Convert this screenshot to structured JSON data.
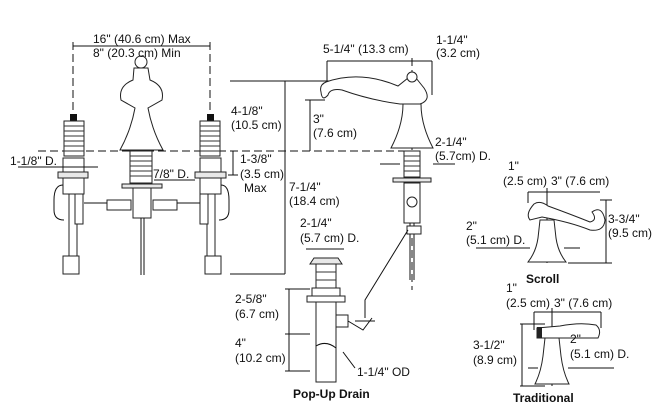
{
  "faucet_front": {
    "spread_max": "16\" (40.6 cm) Max",
    "spread_min": "8\" (20.3 cm) Min",
    "height_in": "4-1/8\"",
    "height_cm": "(10.5 cm)",
    "handle_hole": "1-1/8\" D.",
    "spout_hole": "7/8\" D.",
    "deck_in": "1-3/8\"",
    "deck_cm": "(3.5 cm)",
    "deck_max": "Max"
  },
  "faucet_side": {
    "total_in": "7-1/4\"",
    "total_cm": "(18.4 cm)",
    "reach": "5-1/4\" (13.3 cm)",
    "back_in": "1-1/4\"",
    "back_cm": "(3.2 cm)",
    "spout_in": "3\"",
    "spout_cm": "(7.6 cm)",
    "base_in": "2-1/4\"",
    "base_cm": "(5.7cm) D."
  },
  "drain": {
    "flange_in": "2-1/4\"",
    "flange_cm": "(5.7 cm) D.",
    "upper_in": "2-5/8\"",
    "upper_cm": "(6.7 cm)",
    "lower_in": "4\"",
    "lower_cm": "(10.2 cm)",
    "tail": "1-1/4\" OD",
    "title": "Pop-Up Drain"
  },
  "scroll": {
    "offset_in": "1\"",
    "offset_cm": "(2.5 cm)",
    "length": "3\" (7.6 cm)",
    "base_in": "2\"",
    "base_cm": "(5.1 cm) D.",
    "height_in": "3-3/4\"",
    "height_cm": "(9.5 cm)",
    "title": "Scroll"
  },
  "traditional": {
    "offset_in": "1\"",
    "offset_cm": "(2.5 cm)",
    "length": "3\" (7.6 cm)",
    "height_in": "3-1/2\"",
    "height_cm": "(8.9 cm)",
    "base_in": "2\"",
    "base_cm": "(5.1 cm) D.",
    "title": "Traditional"
  }
}
